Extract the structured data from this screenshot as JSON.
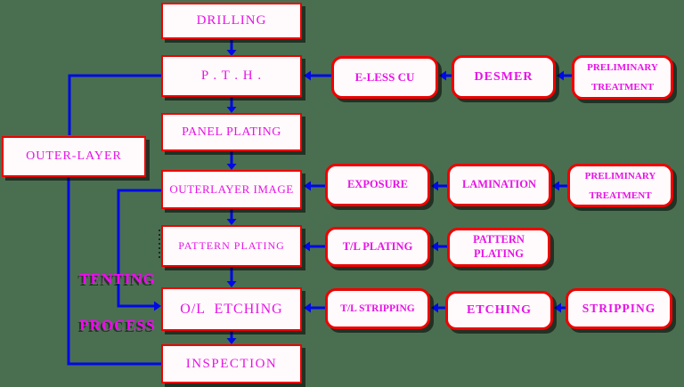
{
  "diagram_title": "Tenting Process PCB flow diagram",
  "colors": {
    "background": "#4a6f50",
    "box_border": "#ee0000",
    "box_fill": "#fffbfc",
    "box_text": "#e713e7",
    "connector_blue": "#0009e6",
    "label_magenta": "#ff00ff",
    "shadow": "rgba(0,0,0,0.55)"
  },
  "process_label": {
    "line1": "TENTING",
    "line2": "PROCESS"
  },
  "main_flow": [
    {
      "id": "drilling",
      "label": "DRILLING"
    },
    {
      "id": "pth",
      "label": "P . T . H ."
    },
    {
      "id": "panel_plating",
      "label": "PANEL PLATING"
    },
    {
      "id": "outerlayer_image",
      "label": "OUTERLAYER IMAGE"
    },
    {
      "id": "pattern_plating",
      "label": "PATTERN PLATING"
    },
    {
      "id": "ol_etching",
      "label": "O/L  ETCHING"
    },
    {
      "id": "inspection",
      "label": "INSPECTION"
    }
  ],
  "side_box": {
    "label": "OUTER-LAYER"
  },
  "branch_rows": {
    "pth_row": [
      {
        "label": "E-LESS CU"
      },
      {
        "label": "DESMER"
      },
      {
        "label": "PRELIMINARY TREATMENT"
      }
    ],
    "image_row": [
      {
        "label": "EXPOSURE"
      },
      {
        "label": "LAMINATION"
      },
      {
        "label": "PRELIMINARY TREATMENT"
      }
    ],
    "plating_row": [
      {
        "label": "T/L PLATING"
      },
      {
        "label": "PATTERN  PLATING"
      }
    ],
    "etching_row": [
      {
        "label": "T/L STRIPPING"
      },
      {
        "label": "ETCHING"
      },
      {
        "label": "STRIPPING"
      }
    ]
  }
}
